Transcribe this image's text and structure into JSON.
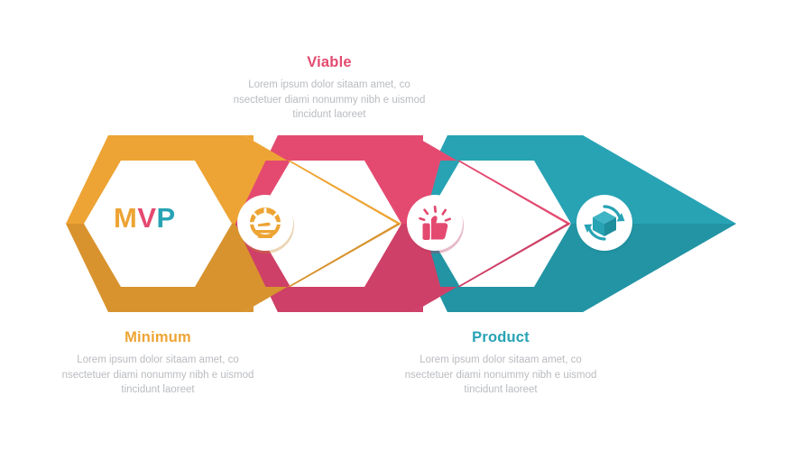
{
  "palette": {
    "orange_light": "#EDA434",
    "orange_dark": "#D8932E",
    "pink_light": "#E44A70",
    "pink_dark": "#CE4067",
    "teal_light": "#27A3B4",
    "teal_dark": "#2294A4",
    "text_gray": "#b9bcc0",
    "white": "#FFFFFF"
  },
  "center_label": {
    "letters": [
      {
        "char": "M",
        "color": "#EDA434"
      },
      {
        "char": "V",
        "color": "#E44A70"
      },
      {
        "char": "P",
        "color": "#27A3B4"
      }
    ],
    "full": "MVP"
  },
  "blocks": [
    {
      "id": "minimum",
      "title": "Minimum",
      "title_color": "#EDA434",
      "description": "Lorem ipsum dolor sitaam amet, co nsectetuer diami nonummy  nibh e uismod tincidunt laoreet",
      "icon": "speedometer-icon",
      "position": "bottom"
    },
    {
      "id": "viable",
      "title": "Viable",
      "title_color": "#E44A70",
      "description": "Lorem ipsum dolor sitaam amet, co nsectetuer diami nonummy  nibh e uismod tincidunt laoreet",
      "icon": "thumbs-up-icon",
      "position": "top"
    },
    {
      "id": "product",
      "title": "Product",
      "title_color": "#27A3B4",
      "description": "Lorem ipsum dolor sitaam amet, co nsectetuer diami nonummy  nibh e uismod tincidunt laoreet",
      "icon": "box-refresh-icon",
      "position": "bottom"
    }
  ]
}
